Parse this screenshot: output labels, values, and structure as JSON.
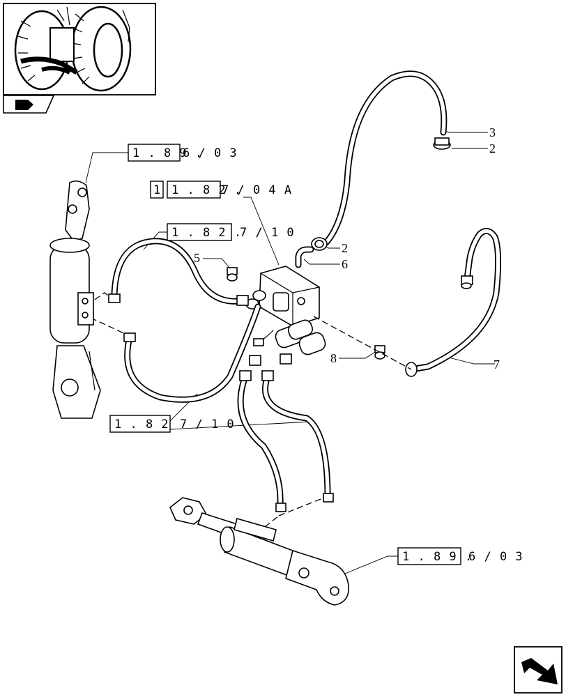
{
  "references": {
    "top_left": {
      "boxed": "1 . 8 9 .",
      "rest": "6 / 0 3"
    },
    "center_top_prefix": "1",
    "center_top": {
      "boxed": "1 . 8 2 .",
      "rest": "7 / 0 4 A"
    },
    "left_hose": {
      "boxed": "1 . 8 2 .",
      "rest": "7 / 1 0"
    },
    "lower_hose": {
      "boxed": "1 . 8 2",
      "rest": "7 / 1 0"
    },
    "bottom_right": {
      "boxed": "1 . 8 9 .",
      "rest": "6 / 0 3"
    }
  },
  "callouts": {
    "item_3": "3",
    "item_2_top": "2",
    "item_2_mid": "2",
    "item_6": "6",
    "item_5": "5",
    "item_8": "8",
    "item_7": "7"
  },
  "icons": {
    "thumbnail": "tractor-rear-wheel-thumbnail",
    "thumb_tag": "hand-pointer-icon",
    "nav": "next-page-arrow-icon"
  }
}
